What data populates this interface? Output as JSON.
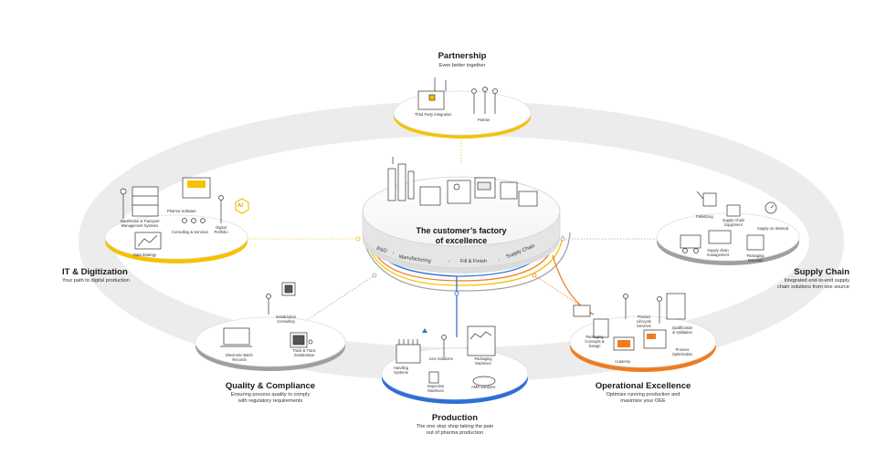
{
  "center": {
    "title": "The customer's factory of excellence",
    "title_line1": "The customer’s factory",
    "title_line2": "of excellence",
    "steps": [
      "R&D",
      "Manufacturing",
      "Fill & Finish",
      "Supply Chain"
    ]
  },
  "nodes": {
    "partnership": {
      "title": "Partnership",
      "subtitle": "Even better together",
      "items": [
        "Third Party Integration",
        "Partner"
      ],
      "accent": "#f5c200"
    },
    "it": {
      "title": "IT & Digitization",
      "subtitle": "Your path to digital production",
      "items": [
        "Warehouse & Transport",
        "Management Systems",
        "Pharma Software",
        "Digital",
        "Portfolio",
        "Data Strategy",
        "Consulting & Services"
      ],
      "badge": "AI",
      "accent": "#f5c200"
    },
    "supply": {
      "title": "Supply Chain",
      "subtitle_1": "Integrated end-to-end supply",
      "subtitle_2": "chain solutions from one source",
      "items": [
        "Palletizing",
        "Supply Chain",
        "Equipment",
        "Supply on demand",
        "Supply chain",
        "management",
        "Packaging",
        "Materials"
      ],
      "accent": "#999999"
    },
    "quality": {
      "title": "Quality & Compliance",
      "subtitle_1": "Ensuring process quality to comply",
      "subtitle_2": "with regulatory requirements",
      "items": [
        "Serialization",
        "Consulting",
        "Electronic Batch",
        "Records",
        "Track & Trace",
        "Serialization"
      ],
      "accent": "#999999"
    },
    "production": {
      "title": "Production",
      "subtitle_1": "The one stop shop taking the pain",
      "subtitle_2": "out of pharma production",
      "items": [
        "Handling",
        "Systems",
        "Line Solutions",
        "Packaging",
        "Machines",
        "Inspection",
        "Machines",
        "AMR solutions"
      ],
      "accent": "#2f6fd6"
    },
    "opex": {
      "title": "Operational Excellence",
      "subtitle_1": "Optimize running production and",
      "subtitle_2": "maximize your OEE",
      "items": [
        "Product",
        "Lifecycle",
        "Services",
        "Packaging",
        "Concepts &",
        "Design",
        "Qualification",
        "& Validation",
        "Academy",
        "Process",
        "Optimization"
      ],
      "accent": "#f07c1e"
    }
  },
  "colors": {
    "ring": "#efefef",
    "line_blue": "#2f6fd6",
    "line_orange": "#f07c1e",
    "line_yellow": "#f5c200",
    "line_gray": "#a0a0a0"
  }
}
